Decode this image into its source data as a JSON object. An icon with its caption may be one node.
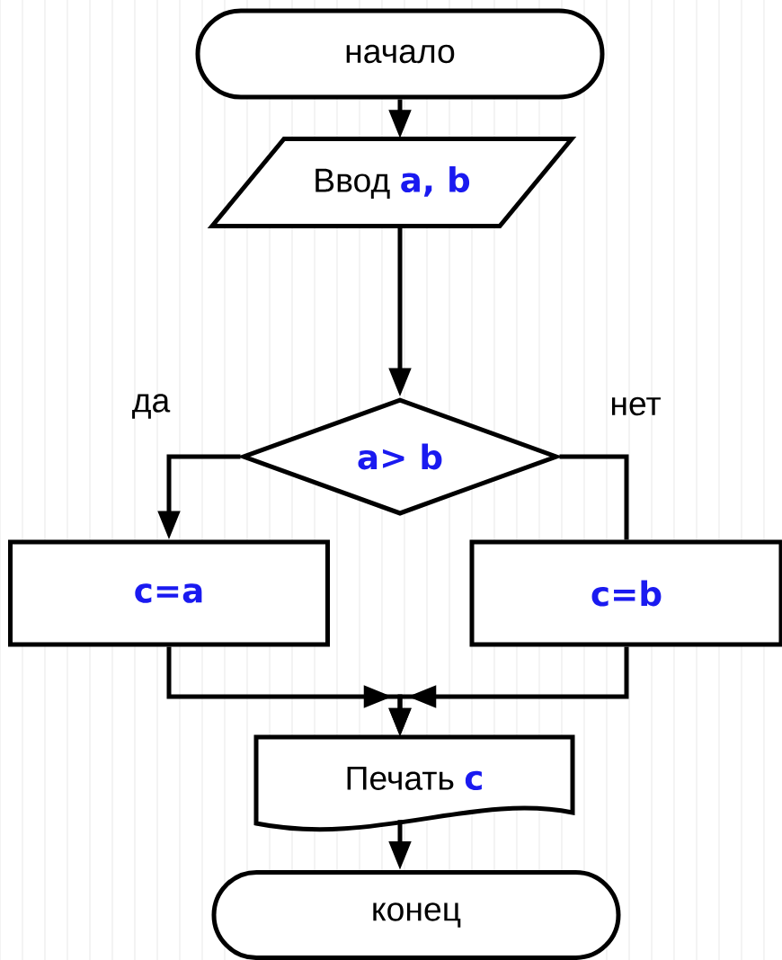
{
  "diagram": {
    "nodes": [
      {
        "text": [
          "начало"
        ]
      },
      {
        "text": [
          "Ввод",
          "a, b"
        ]
      },
      {
        "text": [
          "a> b"
        ]
      },
      {
        "text": [
          "c=a"
        ]
      },
      {
        "text": [
          "c=b"
        ]
      },
      {
        "text": [
          "Печать",
          "c"
        ]
      },
      {
        "text": [
          "конец"
        ]
      }
    ],
    "edges": [
      {
        "from": 0,
        "to": 1,
        "arrow": "to"
      },
      {
        "from": 1,
        "to": 2,
        "arrow": "to"
      },
      {
        "from": 2,
        "to": 3,
        "arrow": "to",
        "label": "да"
      },
      {
        "from": 2,
        "to": 4,
        "arrow": "none",
        "label": "нет"
      },
      {
        "from": 3,
        "to": 5,
        "arrow": "to"
      },
      {
        "from": 4,
        "to": 5,
        "arrow": "to"
      },
      {
        "from": 5,
        "to": 6,
        "arrow": "to"
      }
    ]
  }
}
